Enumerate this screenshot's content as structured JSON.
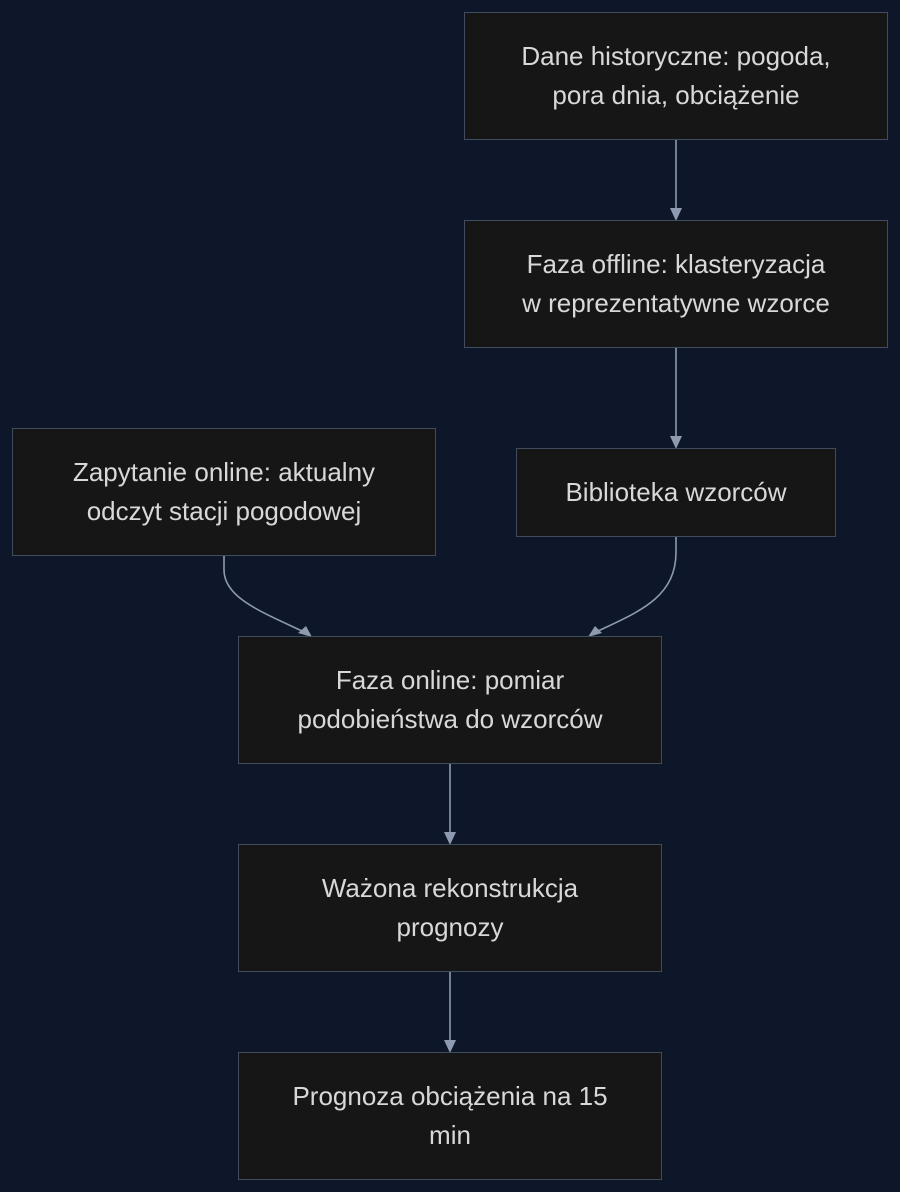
{
  "diagram": {
    "colors": {
      "background": "#0e1729",
      "node_fill": "#161616",
      "node_border": "#414b5e",
      "edge": "#8e9ab0",
      "text": "#d8d8d8"
    },
    "nodes": {
      "historical_data": {
        "label": "Dane historyczne: pogoda,\npora dnia, obciążenie"
      },
      "offline_phase": {
        "label": "Faza offline: klasteryzacja\nw reprezentatywne wzorce"
      },
      "online_query": {
        "label": "Zapytanie online: aktualny\nodczyt stacji pogodowej"
      },
      "pattern_library": {
        "label": "Biblioteka wzorców"
      },
      "online_phase": {
        "label": "Faza online: pomiar\npodobieństwa do wzorców"
      },
      "weighted_reconstruction": {
        "label": "Ważona rekonstrukcja\nprognozy"
      },
      "load_forecast": {
        "label": "Prognoza obciążenia na 15\nmin"
      }
    },
    "edges": [
      {
        "from": "historical_data",
        "to": "offline_phase"
      },
      {
        "from": "offline_phase",
        "to": "pattern_library"
      },
      {
        "from": "online_query",
        "to": "online_phase"
      },
      {
        "from": "pattern_library",
        "to": "online_phase"
      },
      {
        "from": "online_phase",
        "to": "weighted_reconstruction"
      },
      {
        "from": "weighted_reconstruction",
        "to": "load_forecast"
      }
    ]
  }
}
